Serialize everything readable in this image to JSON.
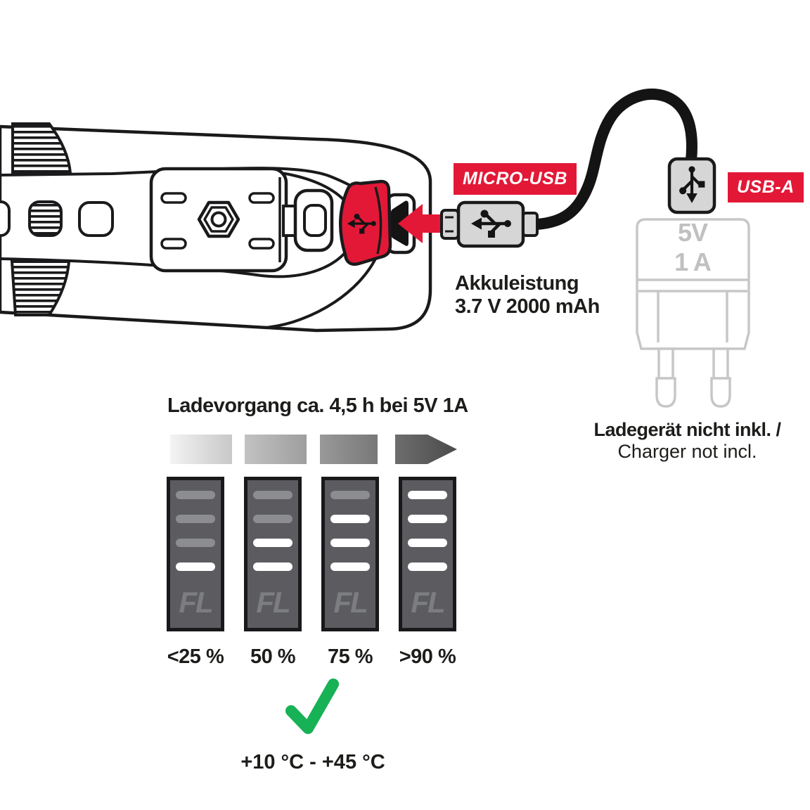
{
  "illustration": {
    "subject": "bike light top view with charging cable",
    "labels": {
      "micro_usb_badge": "MICRO-USB",
      "usb_a_badge": "USB-A",
      "battery_spec_line1": "Akkuleistung",
      "battery_spec_line2": "3.7 V 2000 mAh",
      "charger_voltage": "5V",
      "charger_current": "1 A",
      "charger_note_line1": "Ladegerät nicht inkl. /",
      "charger_note_line2": "Charger not incl."
    },
    "icons": {
      "flap": "usb-trident-icon",
      "micro_connector": "usb-trident-icon",
      "usb_a_connector": "usb-trident-icon",
      "insert_direction": "arrow-left-icon",
      "charge_progress": "arrow-right-icon",
      "temperature_ok": "check-icon"
    }
  },
  "charging": {
    "title": "Ladevorgang ca. 4,5 h bei 5V 1A",
    "temperature_range": "+10 °C - +45 °C",
    "battery_levels": [
      {
        "label": "<25 %",
        "lit_segments": 1,
        "total_segments": 4,
        "device_label": "FL"
      },
      {
        "label": "50 %",
        "lit_segments": 2,
        "total_segments": 4,
        "device_label": "FL"
      },
      {
        "label": "75 %",
        "lit_segments": 3,
        "total_segments": 4,
        "device_label": "FL"
      },
      {
        "label": ">90 %",
        "lit_segments": 4,
        "total_segments": 4,
        "device_label": "FL"
      }
    ]
  },
  "colors": {
    "accent_red": "#e31837",
    "check_green": "#17b156",
    "line_black": "#1a1a1c",
    "charger_gray": "#c7c7c7",
    "connector_gray": "#d6d6d6",
    "bar_fill": "#5c5c60",
    "segment_dim": "#8b8d91",
    "segment_lit": "#ffffff",
    "text_dark": "#1d1d1b"
  }
}
